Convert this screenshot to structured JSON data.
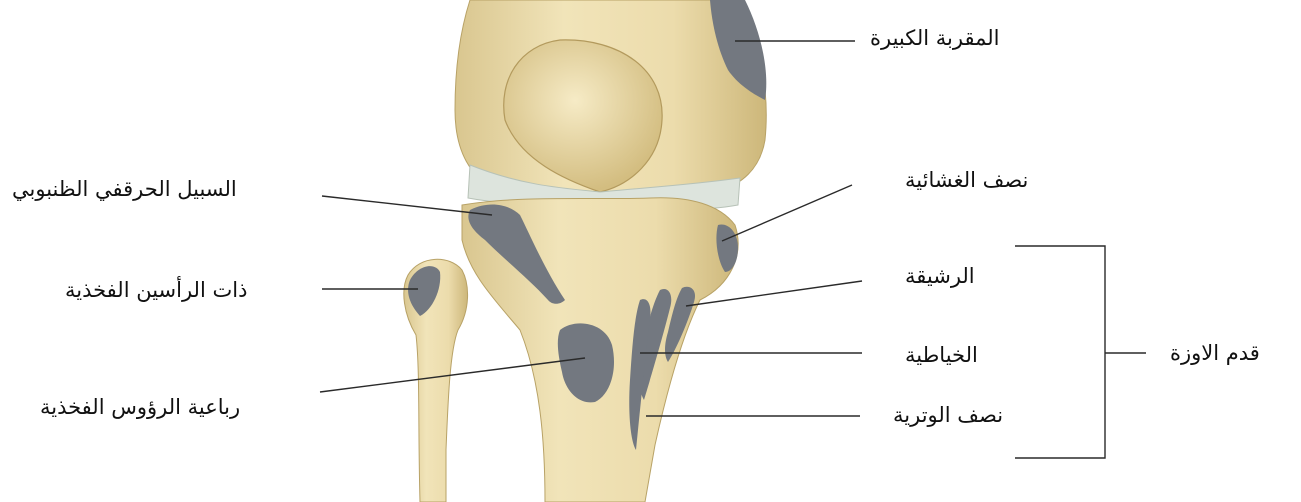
{
  "colors": {
    "bone": "#eee0b2",
    "bone_shade": "#d6c48c",
    "bone_dark": "#bba565",
    "insertion": "#737880",
    "cartilage": "#dde4dd",
    "leader": "#2a2a2a"
  },
  "labels": {
    "adductor_magnus": "المقربة الكبيرة",
    "iliotibial_tract": "السبيل الحرقفي الظنبوبي",
    "semimembranosus": "نصف الغشائية",
    "biceps_femoris": "ذات الرأسين الفخذية",
    "gracilis": "الرشيقة",
    "pes_anserinus": "قدم الاوزة",
    "sartorius": "الخياطية",
    "quadriceps_femoris": "رباعية الرؤوس الفخذية",
    "semitendinosus": "نصف الوترية"
  }
}
